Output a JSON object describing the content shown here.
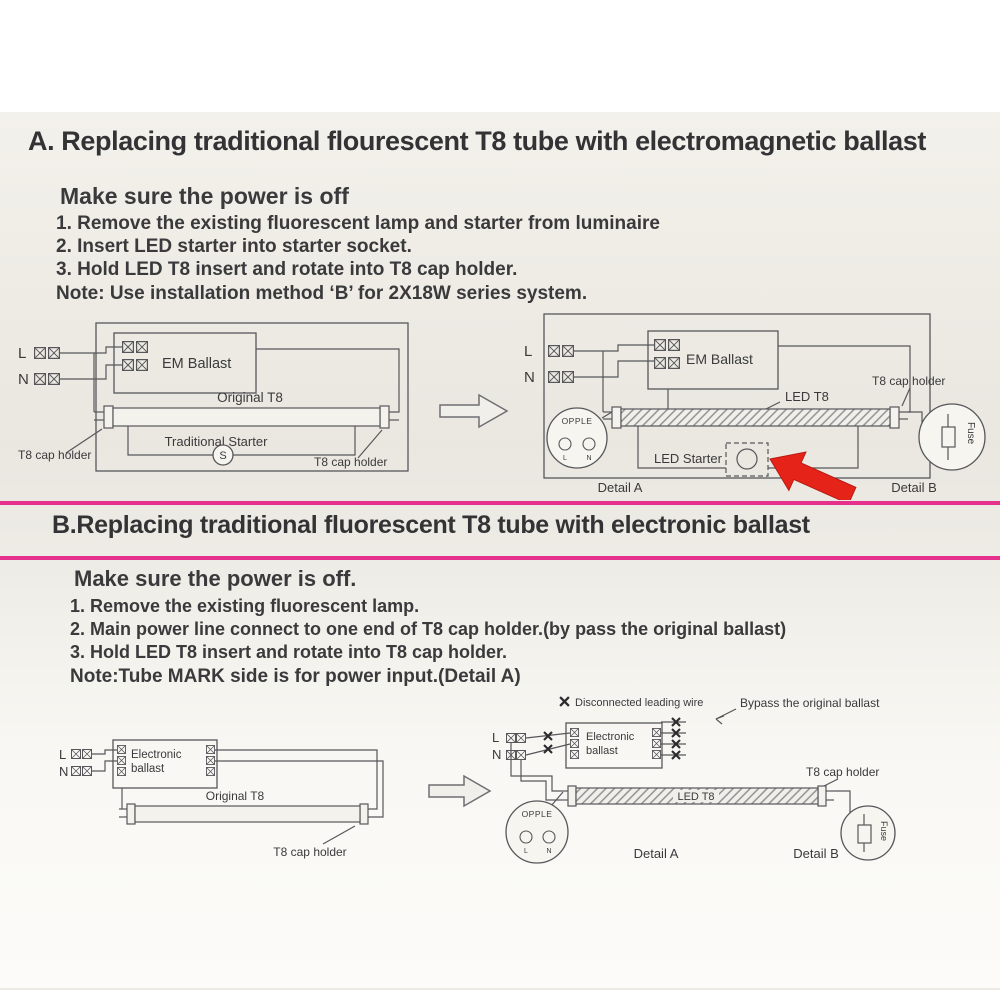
{
  "colors": {
    "paper": "#f0eee8",
    "ink": "#3a3a3c",
    "line": "#57575b",
    "pink": "#e5308c",
    "red_arrow": "#e62319"
  },
  "section_a": {
    "title": "A. Replacing traditional flourescent T8 tube with electromagnetic ballast",
    "subtitle": "Make sure the power is off",
    "steps": [
      "1. Remove the existing fluorescent lamp and starter from luminaire",
      "2. Insert LED starter into starter socket.",
      "3. Hold LED T8 insert and rotate into T8 cap holder."
    ],
    "note": "Note: Use installation method ‘B’ for 2X18W series system.",
    "before": {
      "l": "L",
      "n": "N",
      "ballast": "EM Ballast",
      "tube": "Original T8",
      "starter": "Traditional Starter",
      "starter_symbol": "S",
      "cap_holder_left": "T8 cap holder",
      "cap_holder_right": "T8 cap holder"
    },
    "after": {
      "l": "L",
      "n": "N",
      "ballast": "EM Ballast",
      "tube": "LED T8",
      "cap_holder": "T8 cap holder",
      "starter": "LED Starter",
      "brand": "OPPLE",
      "pin_l": "L",
      "pin_n": "N",
      "fuse": "Fuse",
      "detail_a": "Detail A",
      "detail_b": "Detail B"
    }
  },
  "section_b": {
    "title": "B.Replacing traditional fluorescent T8 tube with electronic ballast",
    "subtitle": "Make sure the power is off.",
    "steps": [
      "1. Remove the existing fluorescent lamp.",
      "2. Main power line connect to one end of T8 cap holder.(by pass the original ballast)",
      "3. Hold LED T8 insert and rotate into T8 cap holder."
    ],
    "note": "Note:Tube MARK side is for power input.(Detail A)",
    "before": {
      "l": "L",
      "n": "N",
      "ballast_line1": "Electronic",
      "ballast_line2": "ballast",
      "tube": "Original T8",
      "cap_holder": "T8 cap holder"
    },
    "after": {
      "l": "L",
      "n": "N",
      "disconnected": "Disconnected leading wire",
      "bypass": "Bypass the original ballast",
      "ballast_line1": "Electronic",
      "ballast_line2": "ballast",
      "tube": "LED T8",
      "cap_holder": "T8 cap holder",
      "brand": "OPPLE",
      "pin_l": "L",
      "pin_n": "N",
      "fuse": "Fuse",
      "detail_a": "Detail A",
      "detail_b": "Detail B"
    }
  }
}
